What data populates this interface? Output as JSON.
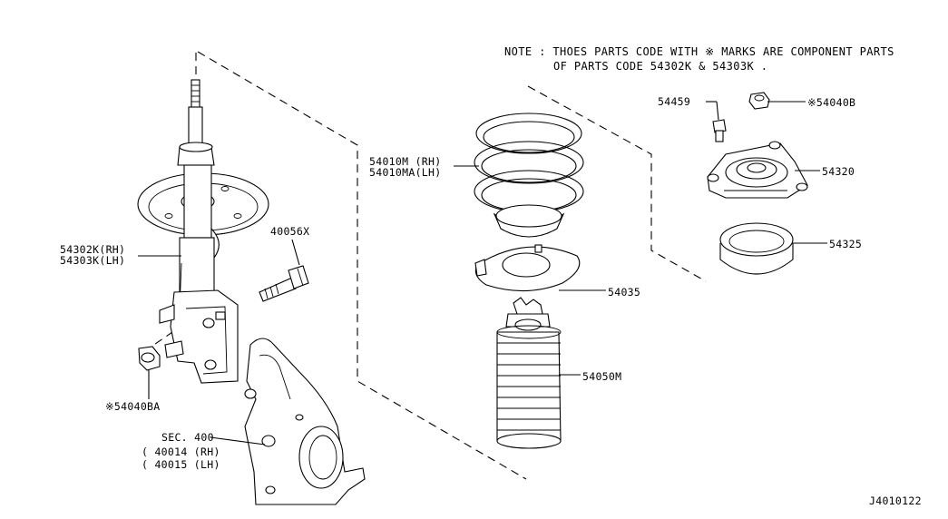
{
  "note": {
    "line1": "NOTE : THOES PARTS CODE WITH ※ MARKS ARE COMPONENT PARTS",
    "line2": "OF PARTS CODE 54302K & 54303K ."
  },
  "labels": {
    "p54459": "54459",
    "p54040B": "※54040B",
    "p54320": "54320",
    "p54325": "54325",
    "p54010M": "54010M (RH)",
    "p54010MA": "54010MA(LH)",
    "p54035": "54035",
    "p54050M": "54050M",
    "p40056X": "40056X",
    "p54302K": "54302K(RH)",
    "p54303K": "54303K(LH)",
    "p54040BA": "※54040BA",
    "sec400": "SEC. 400",
    "p40014": "( 40014 (RH)",
    "p40015": "( 40015 (LH)"
  },
  "diagram_id": "J4010122"
}
